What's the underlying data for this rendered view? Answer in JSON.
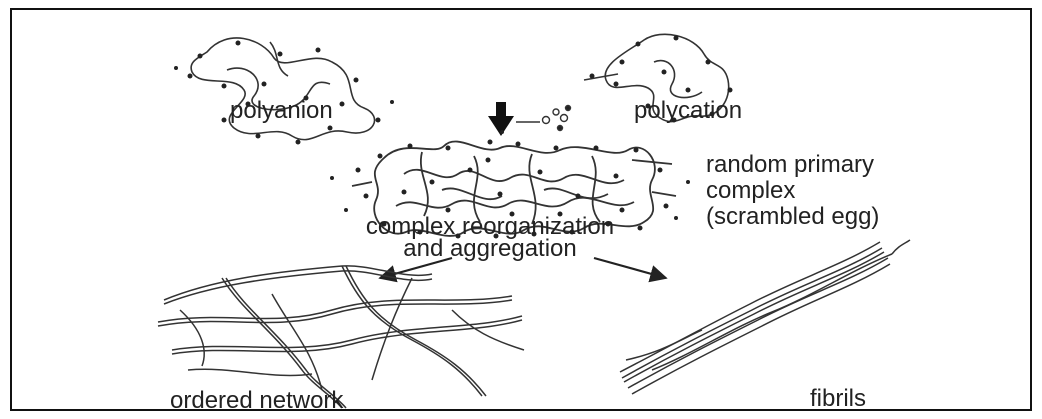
{
  "labels": {
    "polyanion": "polyanion",
    "polycation": "polycation",
    "random_complex": [
      "random primary",
      "complex",
      "(scrambled egg)"
    ],
    "reorganization": [
      "complex reorganization",
      "and aggregation"
    ],
    "ordered_network": "ordered network",
    "fibrils": "fibrils"
  },
  "colors": {
    "ink": "#222222",
    "border": "#111111",
    "background": "#ffffff"
  }
}
